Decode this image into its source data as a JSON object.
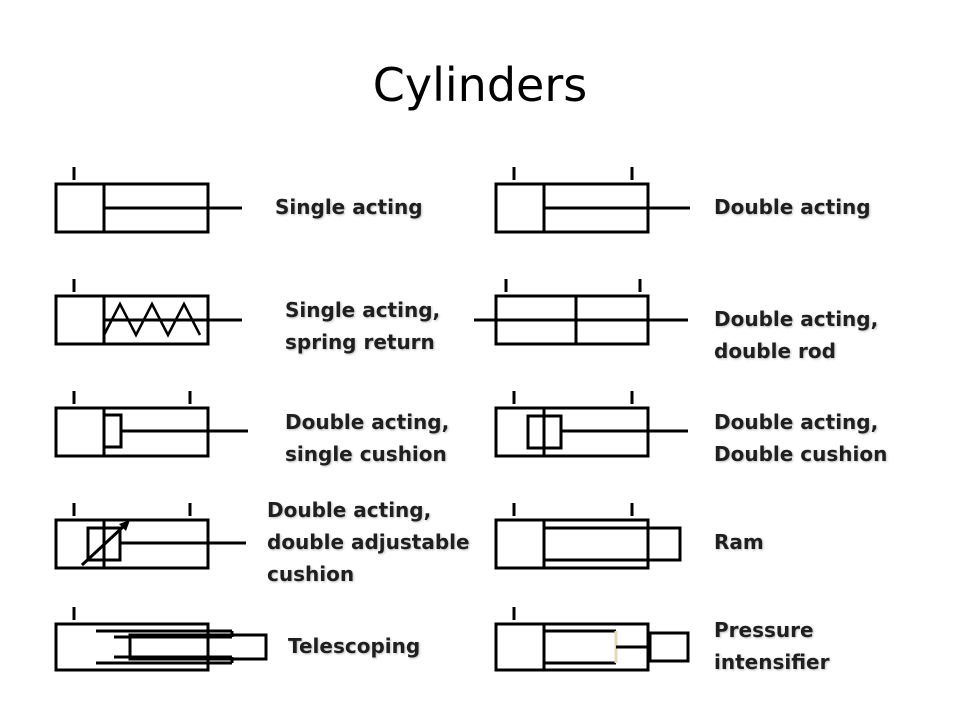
{
  "slide": {
    "title": "Cylinders"
  },
  "symbols": {
    "single_acting": {
      "lines": [
        "Single acting"
      ]
    },
    "single_acting_spring": {
      "lines": [
        "Single acting,",
        "spring return"
      ]
    },
    "double_acting_single_cushion": {
      "lines": [
        "Double acting,",
        "single cushion"
      ]
    },
    "double_acting_adjustable_cushion": {
      "lines": [
        "Double acting,",
        "double adjustable",
        "cushion"
      ]
    },
    "telescoping": {
      "lines": [
        "Telescoping"
      ]
    },
    "double_acting": {
      "lines": [
        "Double acting"
      ]
    },
    "double_acting_double_rod": {
      "lines": [
        "Double acting,",
        "double rod"
      ]
    },
    "double_acting_double_cushion": {
      "lines": [
        "Double acting,",
        "Double cushion"
      ]
    },
    "ram": {
      "lines": [
        "Ram"
      ]
    },
    "pressure_intensifier": {
      "lines": [
        "Pressure",
        "intensifier"
      ]
    }
  }
}
